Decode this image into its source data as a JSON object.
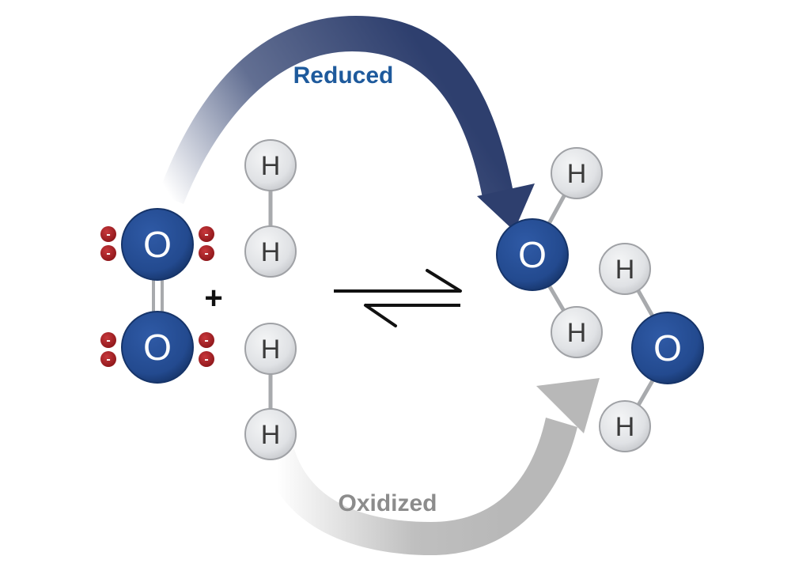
{
  "labels": {
    "reduced": "Reduced",
    "oxidized": "Oxidized",
    "plus": "+",
    "oxygen": "O",
    "hydrogen": "H",
    "charge": "-"
  },
  "colors": {
    "oxygen_fill": "#234a8f",
    "oxygen_dark": "#142f62",
    "hydrogen_fill": "#e2e4e7",
    "hydrogen_stroke": "#9a9ca0",
    "bond": "#a8aaad",
    "electron": "#b21f24",
    "reduced_arrow": "#2e3f6e",
    "reduced_text": "#1e5a9c",
    "oxidized_arrow": "#b8b8b8",
    "oxidized_text": "#8c8c8c",
    "equilibrium_arrow": "#111111"
  }
}
